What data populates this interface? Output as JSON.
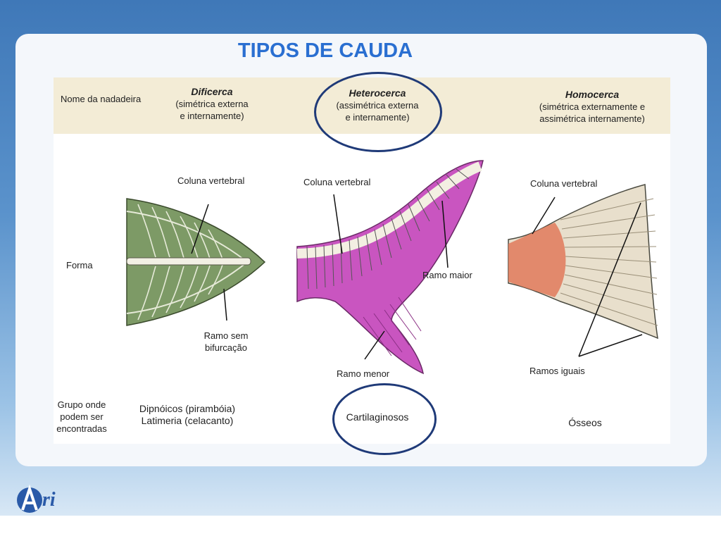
{
  "title": "TIPOS DE CAUDA",
  "header": {
    "row_label": "Nome da nadadeira",
    "diphycercal": {
      "name": "Dificerca",
      "desc_1": "(simétrica externa",
      "desc_2": "e internamente)"
    },
    "heterocercal": {
      "name": "Heterocerca",
      "desc_1": "(assimétrica externa",
      "desc_2": "e internamente)"
    },
    "homocercal": {
      "name": "Homocerca",
      "desc_1": "(simétrica externamente e",
      "desc_2": "assimétrica internamente)"
    }
  },
  "form_label": "Forma",
  "labels": {
    "spine_1": "Coluna vertebral",
    "spine_2": "Coluna vertebral",
    "spine_3": "Coluna vertebral",
    "ramo_sem_1": "Ramo sem",
    "ramo_sem_2": "bifurcação",
    "ramo_maior": "Ramo maior",
    "ramo_menor": "Ramo menor",
    "ramos_iguais": "Ramos iguais"
  },
  "group_label": {
    "l1": "Grupo onde",
    "l2": "podem ser",
    "l3": "encontradas"
  },
  "groups": {
    "g1_l1": "Dipnóicos (pirambóia)",
    "g1_l2": "Latimeria (celacanto)",
    "g2": "Cartilaginosos",
    "g3": "Ósseos"
  },
  "logo_text": "Ari",
  "colors": {
    "title": "#2a6fd1",
    "ring": "#1f3a78",
    "band": "#f3ecd6"
  }
}
